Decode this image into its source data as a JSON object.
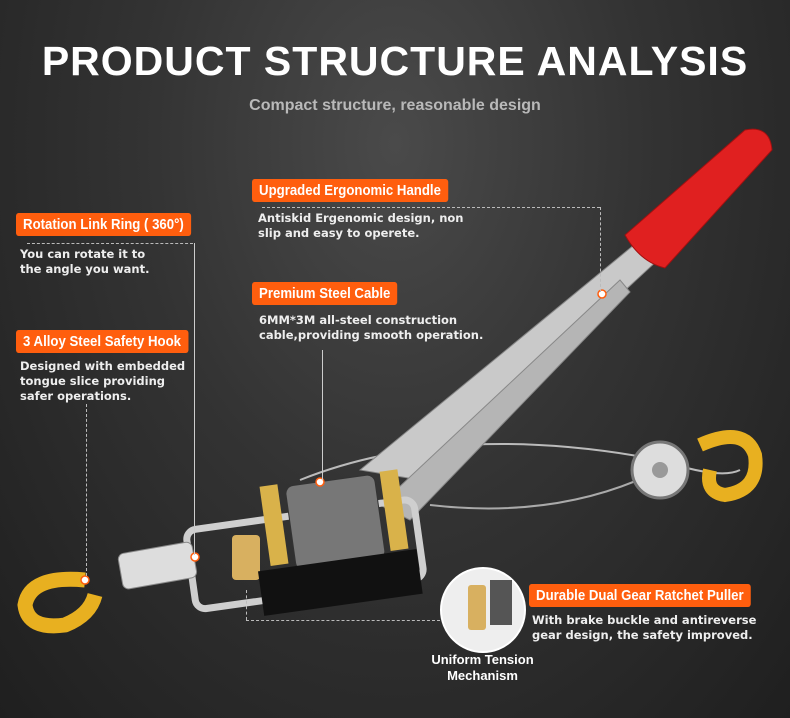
{
  "header": {
    "title": "PRODUCT STRUCTURE ANALYSIS",
    "subtitle": "Compact structure, reasonable design"
  },
  "features": [
    {
      "label": "Rotation Link Ring ( 360°)",
      "description": "You can rotate it to the angle you want."
    },
    {
      "label": "3 Alloy Steel Safety Hook",
      "description": "Designed with embedded tongue slice providing safer operations."
    },
    {
      "label": "Upgraded Ergonomic Handle",
      "description": "Antiskid Ergenomic design, non slip and easy to operete."
    },
    {
      "label": "Premium Steel Cable",
      "description": "6MM*3M all-steel construction cable,providing smooth operation."
    },
    {
      "label": "Durable Dual Gear Ratchet Puller",
      "description": "With brake buckle and antireverse gear design, the safety improved."
    }
  ],
  "detail_circle": {
    "caption_line1": "Uniform Tension",
    "caption_line2": "Mechanism"
  },
  "colors": {
    "accent": "#ff5e0e",
    "handle": "#e02020",
    "hook": "#e8b020"
  }
}
